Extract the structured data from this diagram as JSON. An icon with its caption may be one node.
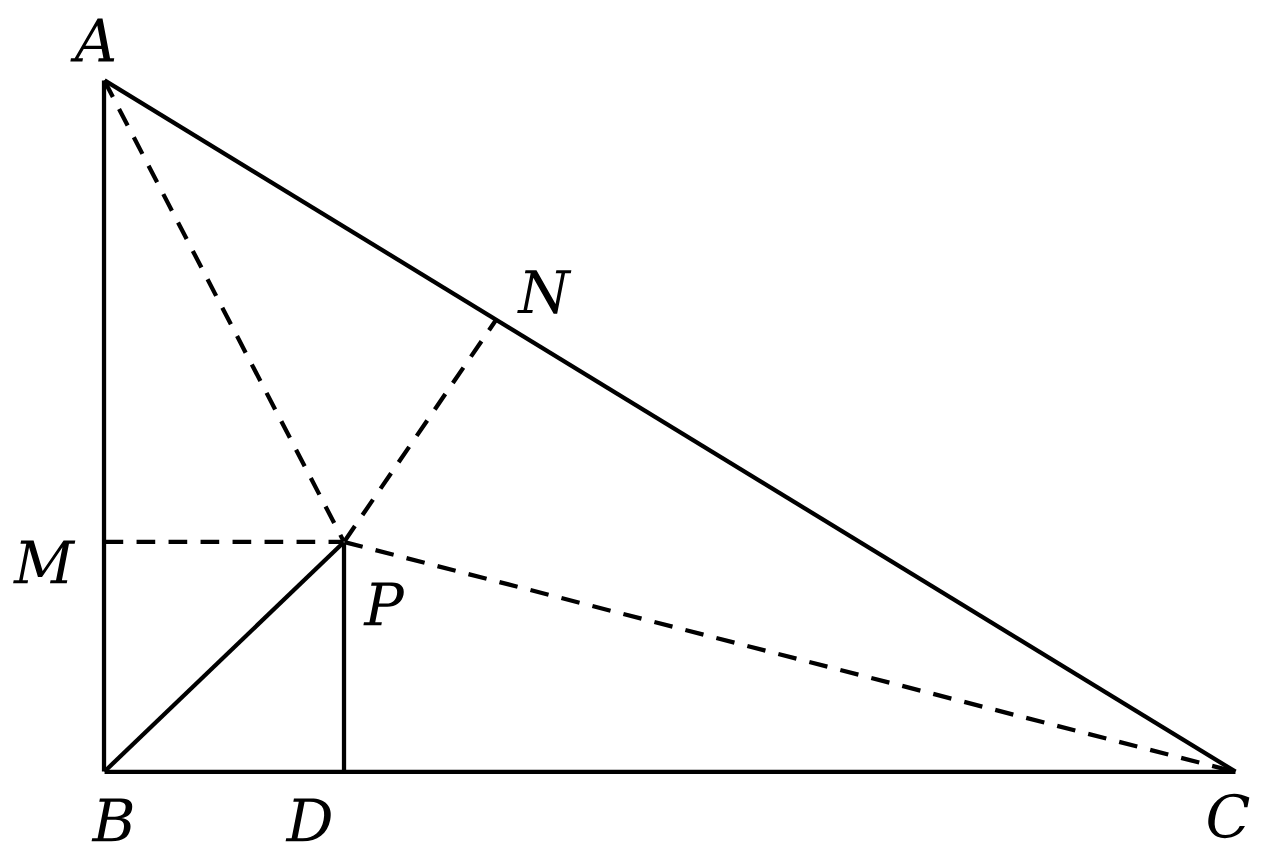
{
  "diagram": {
    "nodes": [
      {
        "text": [
          "A"
        ]
      },
      {
        "text": [
          "B"
        ]
      },
      {
        "text": [
          "C"
        ]
      },
      {
        "text": [
          "N"
        ]
      },
      {
        "text": [
          "M"
        ]
      },
      {
        "text": [
          "P"
        ]
      },
      {
        "text": [
          "D"
        ]
      }
    ],
    "edges": [
      {
        "from": 0,
        "to": 1,
        "arrow": "none"
      },
      {
        "from": 0,
        "to": 2,
        "arrow": "none"
      },
      {
        "from": 1,
        "to": 2,
        "arrow": "none"
      },
      {
        "from": 0,
        "to": 5,
        "arrow": "none",
        "style": "dashed"
      },
      {
        "from": 5,
        "to": 3,
        "arrow": "none",
        "style": "dashed"
      },
      {
        "from": 4,
        "to": 5,
        "arrow": "none",
        "style": "dashed"
      },
      {
        "from": 5,
        "to": 2,
        "arrow": "none",
        "style": "dashed"
      },
      {
        "from": 1,
        "to": 5,
        "arrow": "none"
      },
      {
        "from": 5,
        "to": 6,
        "arrow": "none"
      }
    ]
  }
}
